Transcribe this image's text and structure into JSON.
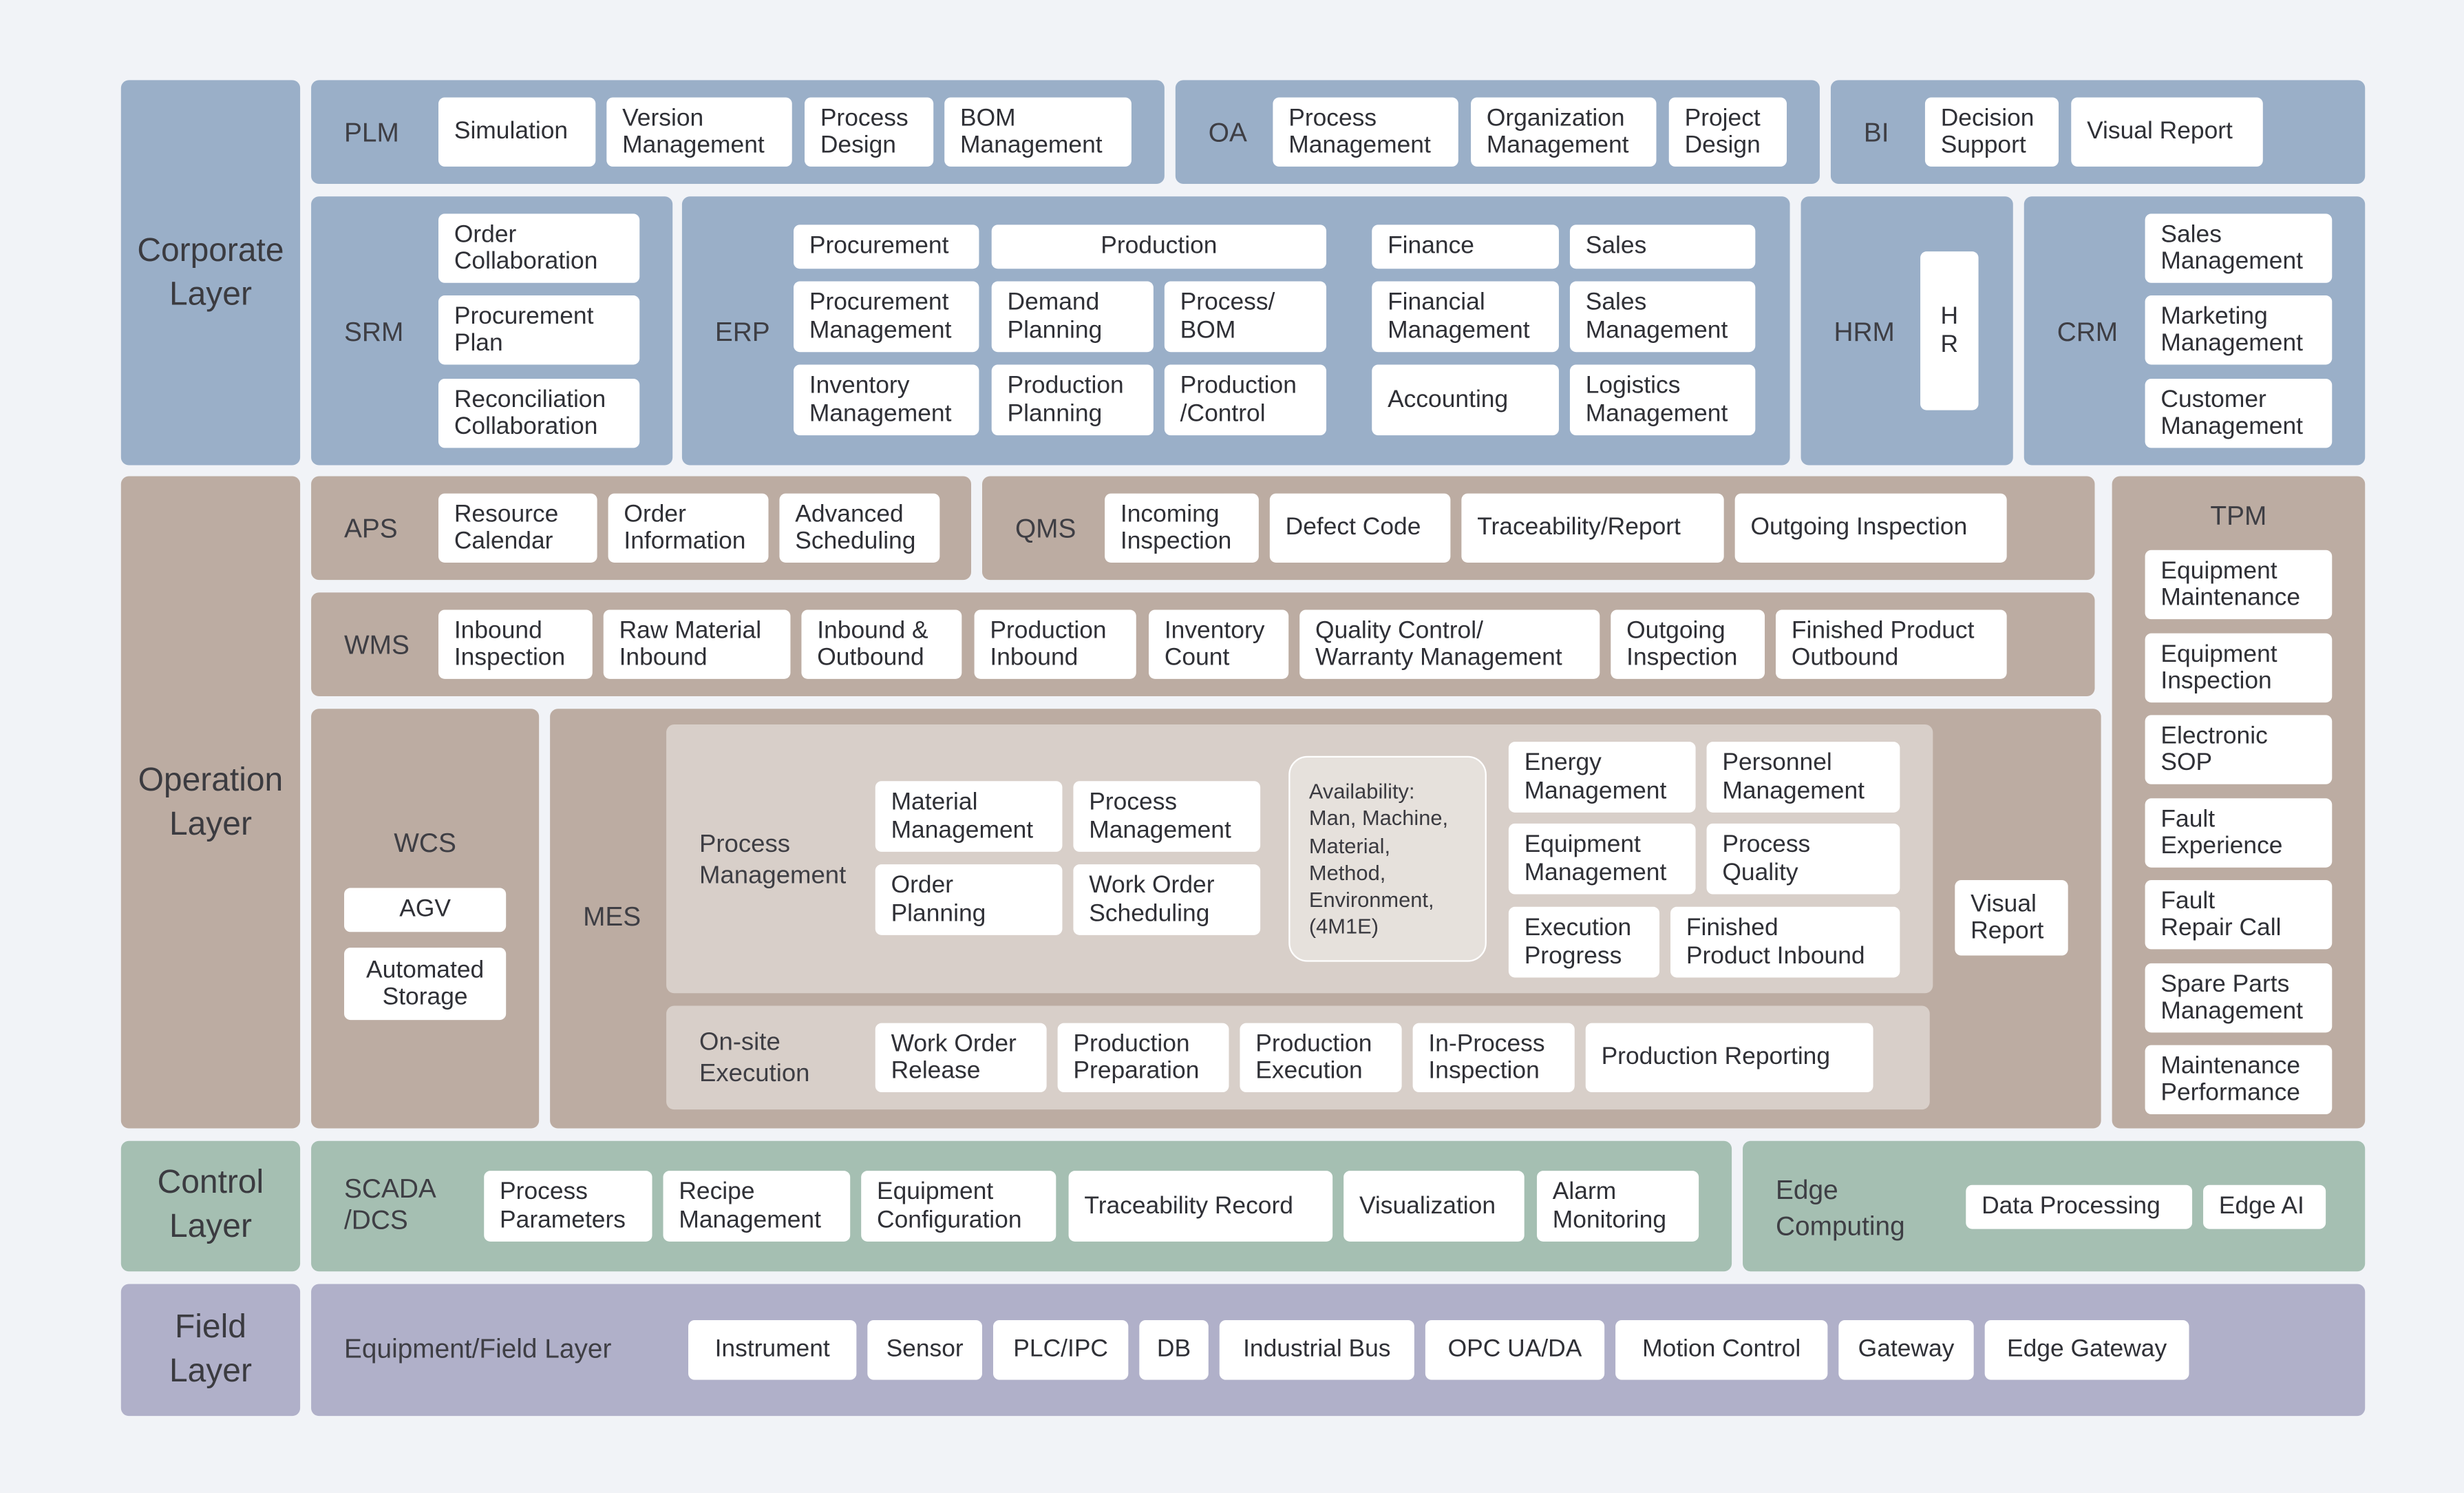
{
  "layers": {
    "corporate": "Corporate\nLayer",
    "operation": "Operation\nLayer",
    "control": "Control\nLayer",
    "field": "Field\nLayer"
  },
  "plm": {
    "label": "PLM",
    "items": [
      "Simulation",
      "Version\nManagement",
      "Process\nDesign",
      "BOM\nManagement"
    ]
  },
  "oa": {
    "label": "OA",
    "items": [
      "Process\nManagement",
      "Organization\nManagement",
      "Project\nDesign"
    ]
  },
  "bi": {
    "label": "BI",
    "items": [
      "Decision\nSupport",
      "Visual Report"
    ]
  },
  "srm": {
    "label": "SRM",
    "items": [
      "Order\nCollaboration",
      "Procurement\nPlan",
      "Reconciliation\nCollaboration"
    ]
  },
  "erp": {
    "label": "ERP",
    "headers": [
      "Procurement",
      "Production",
      "Finance",
      "Sales"
    ],
    "items": [
      "Procurement\nManagement",
      "Demand\nPlanning",
      "Process/\nBOM",
      "Financial\nManagement",
      "Sales\nManagement",
      "Inventory\nManagement",
      "Production\nPlanning",
      "Production\n/Control",
      "Accounting",
      "Logistics\nManagement"
    ]
  },
  "hrm": {
    "label": "HRM",
    "item": "H\nR"
  },
  "crm": {
    "label": "CRM",
    "items": [
      "Sales\nManagement",
      "Marketing\nManagement",
      "Customer\nManagement"
    ]
  },
  "aps": {
    "label": "APS",
    "items": [
      "Resource\nCalendar",
      "Order\nInformation",
      "Advanced\nScheduling"
    ]
  },
  "qms": {
    "label": "QMS",
    "items": [
      "Incoming\nInspection",
      "Defect Code",
      "Traceability/Report",
      "Outgoing Inspection"
    ]
  },
  "tpm": {
    "label": "TPM",
    "items": [
      "Equipment\nMaintenance",
      "Equipment\nInspection",
      "Electronic\nSOP",
      "Fault\nExperience",
      "Fault\nRepair Call",
      "Spare Parts\nManagement",
      "Maintenance\nPerformance"
    ]
  },
  "wms": {
    "label": "WMS",
    "items": [
      "Inbound\nInspection",
      "Raw Material\nInbound",
      "Inbound &\nOutbound",
      "Production\nInbound",
      "Inventory\nCount",
      "Quality Control/\nWarranty Management",
      "Outgoing\nInspection",
      "Finished Product\nOutbound"
    ]
  },
  "wcs": {
    "label": "WCS",
    "items": [
      "AGV",
      "Automated\nStorage"
    ]
  },
  "mes": {
    "label": "MES",
    "process_label": "Process\nManagement",
    "process_items": [
      "Material\nManagement",
      "Process\nManagement",
      "Order\nPlanning",
      "Work Order\nScheduling"
    ],
    "availability_note": "Availability:\nMan, Machine,\nMaterial,\nMethod,\nEnvironment,\n(4M1E)",
    "right_items": [
      "Energy\nManagement",
      "Personnel\nManagement",
      "Equipment\nManagement",
      "Process\nQuality",
      "Execution\nProgress",
      "Finished\nProduct Inbound"
    ],
    "visual_report": "Visual\nReport",
    "onsite_label": "On-site\nExecution",
    "onsite_items": [
      "Work Order\nRelease",
      "Production\nPreparation",
      "Production\nExecution",
      "In-Process\nInspection",
      "Production Reporting"
    ]
  },
  "scada": {
    "label": "SCADA\n/DCS",
    "items": [
      "Process\nParameters",
      "Recipe\nManagement",
      "Equipment\nConfiguration",
      "Traceability Record",
      "Visualization",
      "Alarm\nMonitoring"
    ]
  },
  "edge": {
    "label": "Edge\nComputing",
    "items": [
      "Data Processing",
      "Edge AI"
    ]
  },
  "field": {
    "label": "Equipment/Field Layer",
    "items": [
      "Instrument",
      "Sensor",
      "PLC/IPC",
      "DB",
      "Industrial Bus",
      "OPC UA/DA",
      "Motion Control",
      "Gateway",
      "Edge Gateway"
    ]
  },
  "colors": {
    "corporate": "#9aafc8",
    "operation": "#bcaca2",
    "control": "#a5bfb2",
    "field": "#b0b0c9",
    "background": "#f1f3f7"
  }
}
